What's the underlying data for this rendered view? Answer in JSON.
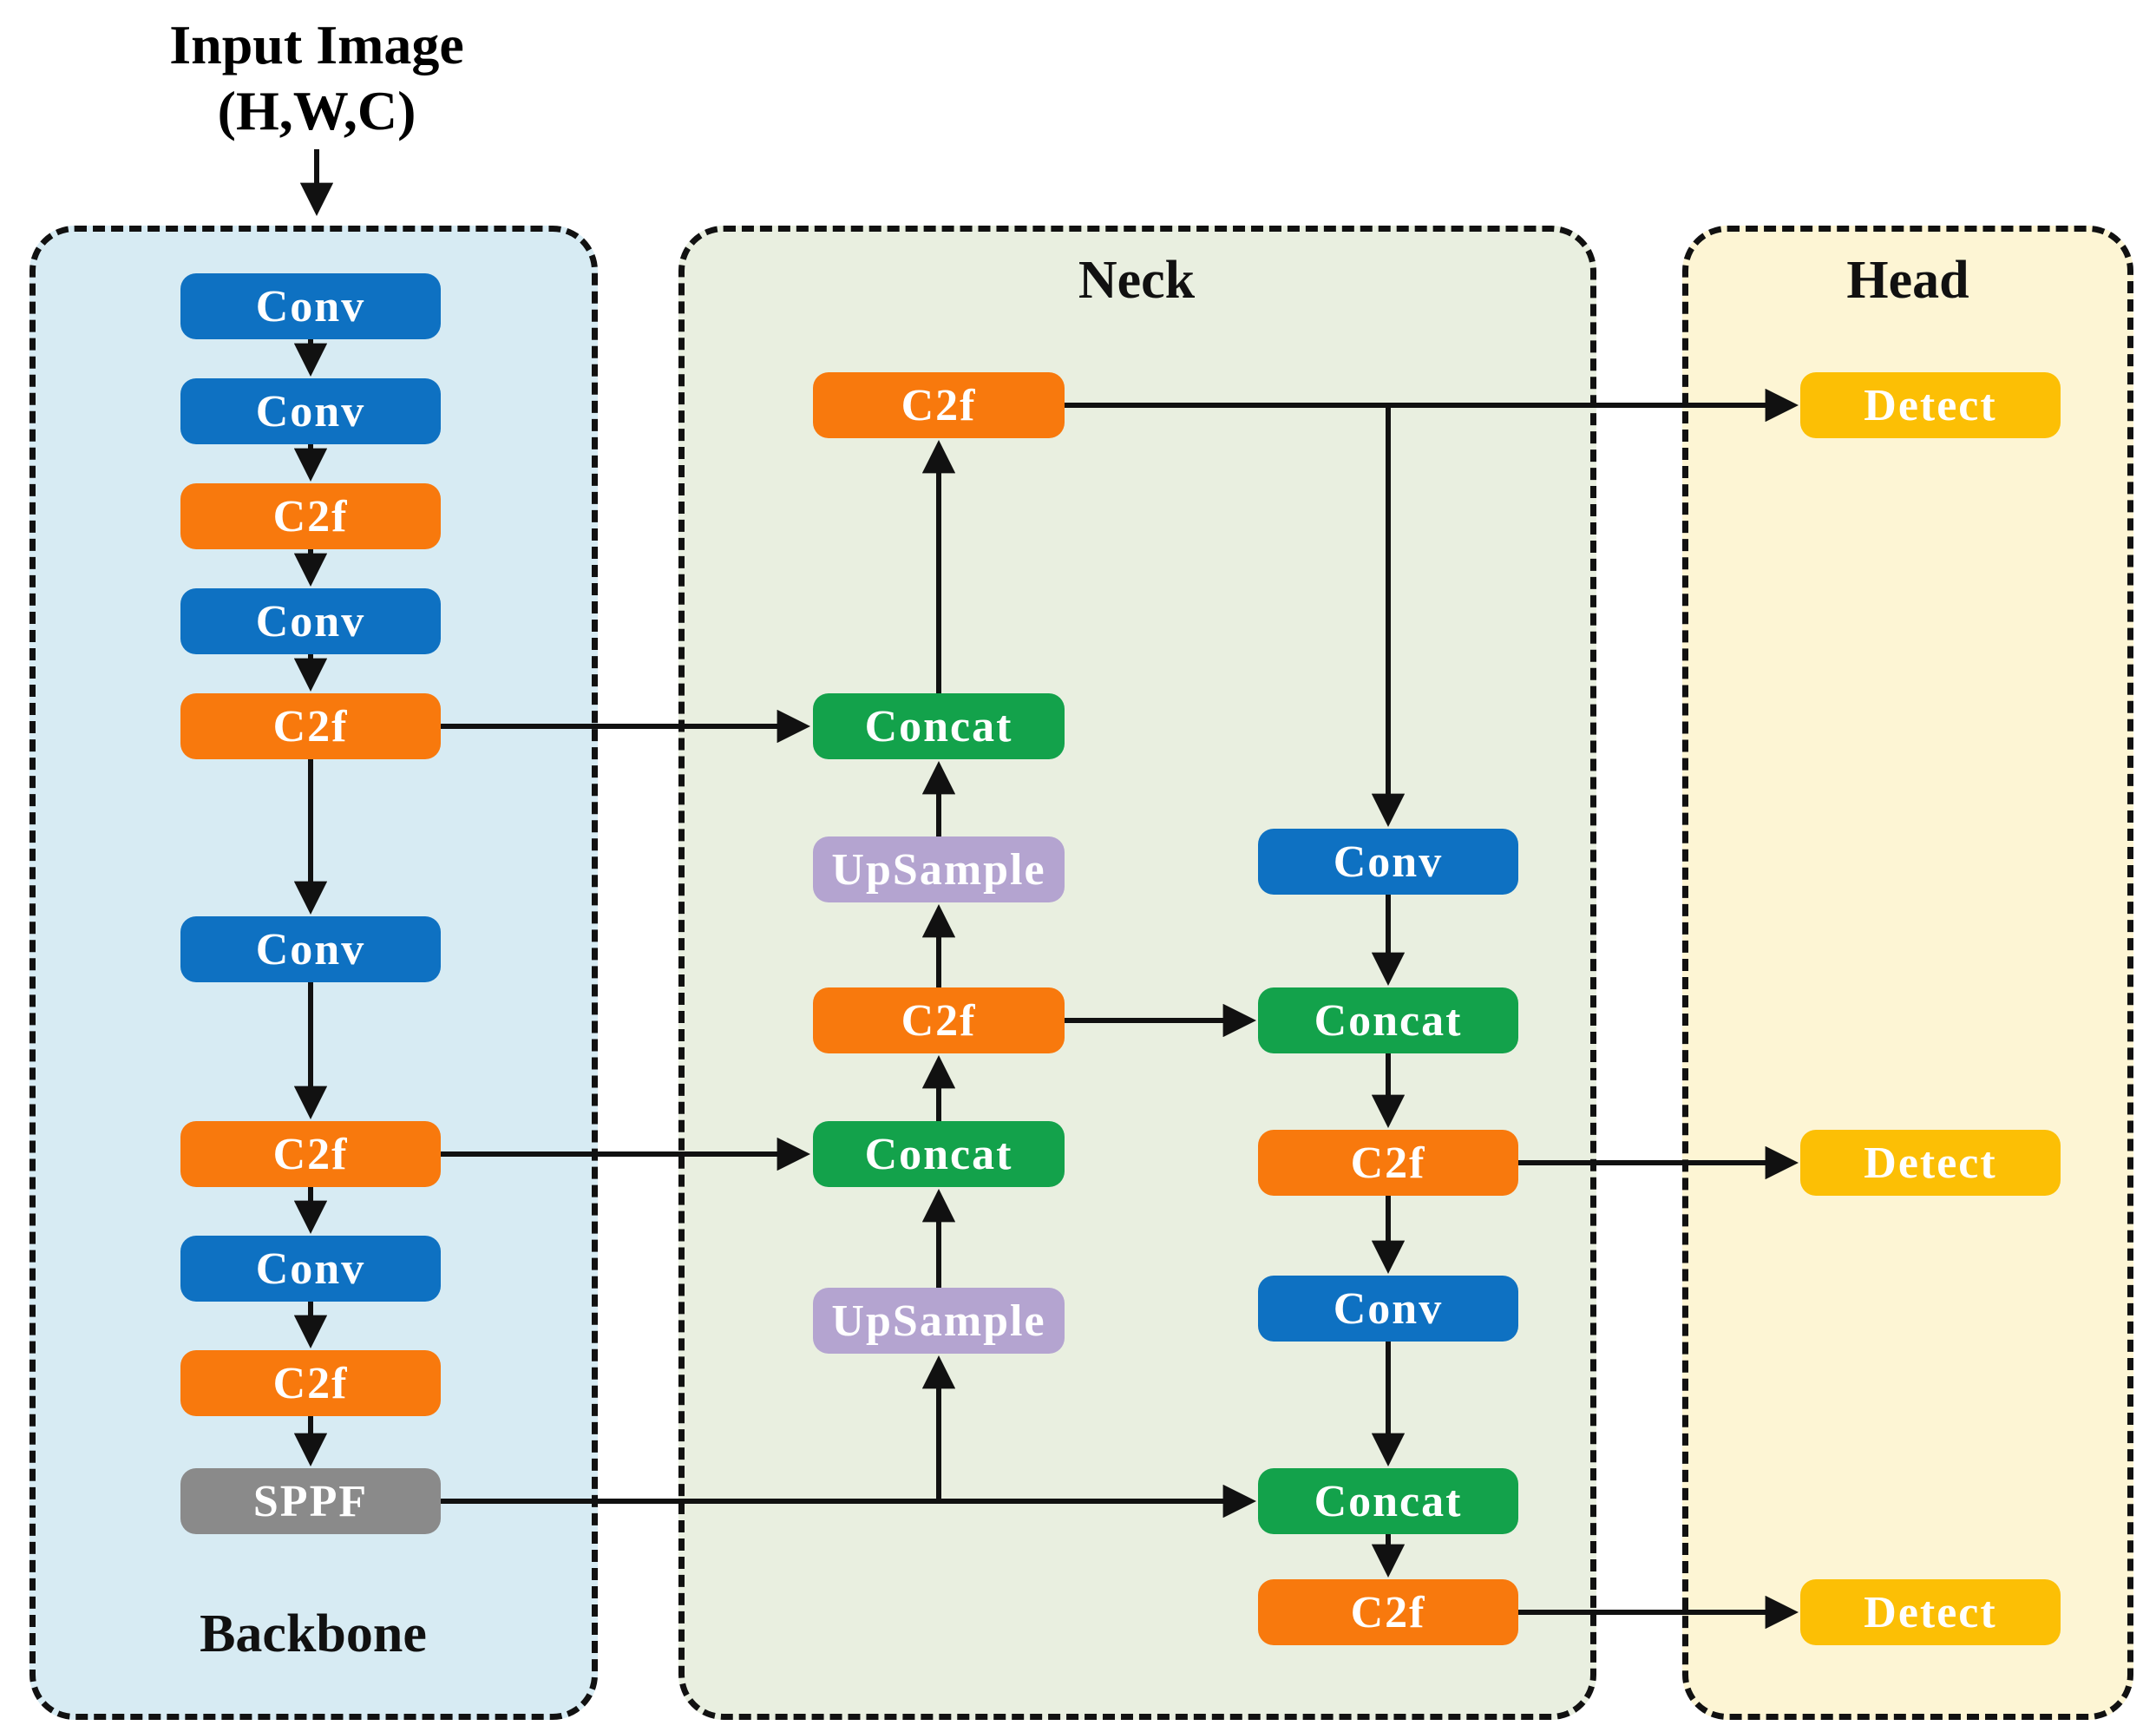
{
  "input_label": {
    "line1": "Input Image",
    "line2": "(H,W,C)"
  },
  "sections": {
    "backbone": {
      "title": "Backbone",
      "blocks": [
        {
          "label": "Conv",
          "type": "conv"
        },
        {
          "label": "Conv",
          "type": "conv"
        },
        {
          "label": "C2f",
          "type": "c2f"
        },
        {
          "label": "Conv",
          "type": "conv"
        },
        {
          "label": "C2f",
          "type": "c2f"
        },
        {
          "label": "Conv",
          "type": "conv"
        },
        {
          "label": "C2f",
          "type": "c2f"
        },
        {
          "label": "Conv",
          "type": "conv"
        },
        {
          "label": "C2f",
          "type": "c2f"
        },
        {
          "label": "SPPF",
          "type": "sppf"
        }
      ]
    },
    "neck": {
      "title": "Neck",
      "left_column": [
        {
          "label": "C2f",
          "type": "c2f"
        },
        {
          "label": "Concat",
          "type": "concat"
        },
        {
          "label": "UpSample",
          "type": "upsample"
        },
        {
          "label": "C2f",
          "type": "c2f"
        },
        {
          "label": "Concat",
          "type": "concat"
        },
        {
          "label": "UpSample",
          "type": "upsample"
        }
      ],
      "right_column": [
        {
          "label": "Conv",
          "type": "conv"
        },
        {
          "label": "Concat",
          "type": "concat"
        },
        {
          "label": "C2f",
          "type": "c2f"
        },
        {
          "label": "Conv",
          "type": "conv"
        },
        {
          "label": "Concat",
          "type": "concat"
        },
        {
          "label": "C2f",
          "type": "c2f"
        }
      ]
    },
    "head": {
      "title": "Head",
      "blocks": [
        {
          "label": "Detect",
          "type": "detect"
        },
        {
          "label": "Detect",
          "type": "detect"
        },
        {
          "label": "Detect",
          "type": "detect"
        }
      ]
    }
  },
  "colors": {
    "conv": "#0e71c2",
    "c2f": "#f8790d",
    "concat": "#13a24b",
    "upsample": "#b4a4d0",
    "sppf": "#8a8a8a",
    "detect": "#fcbf05",
    "backbone_bg": "#d7ebf3",
    "neck_bg": "#e9efe0",
    "head_bg": "#fdf5d4",
    "wire": "#111111"
  }
}
